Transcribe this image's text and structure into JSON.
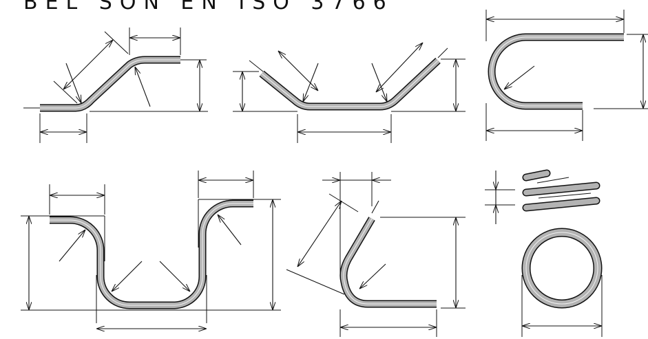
{
  "header": {
    "title": "BEL  SON  EN  ISO  3766"
  },
  "colors": {
    "bar_fill": "#b3b3b3",
    "bar_edge": "#111111",
    "bar_core": "#f2f2f2",
    "line": "#111111"
  },
  "shapes": [
    "single-bend offset bar",
    "double-bent trough bar",
    "180-degree hook",
    "double U bar",
    "bent bar with angled end",
    "stirrup spiral rings",
    "closed circular ring"
  ]
}
